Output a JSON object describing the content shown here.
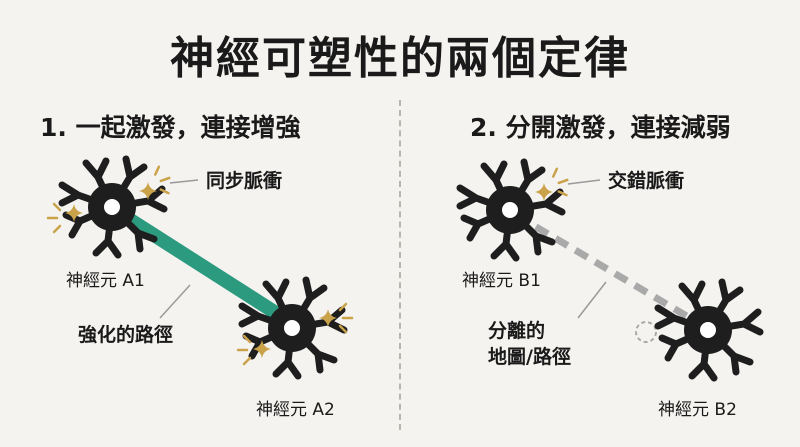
{
  "title": "神經可塑性的兩個定律",
  "left": {
    "heading": "1. 一起激發，連接增強",
    "pulse_label": "同步脈衝",
    "neuron_a1": "神經元 A1",
    "neuron_a2": "神經元 A2",
    "path_label": "強化的路徑"
  },
  "right": {
    "heading": "2. 分開激發，連接減弱",
    "pulse_label": "交錯脈衝",
    "neuron_b1": "神經元 B1",
    "neuron_b2": "神經元 B2",
    "path_label_line1": "分離的",
    "path_label_line2": "地圖/路徑"
  },
  "colors": {
    "background": "#f5f3f0",
    "neuron": "#1e1e1e",
    "strong_path": "#2b9a7f",
    "weak_path": "#a9a9a9",
    "spark": "#c9a24a"
  }
}
